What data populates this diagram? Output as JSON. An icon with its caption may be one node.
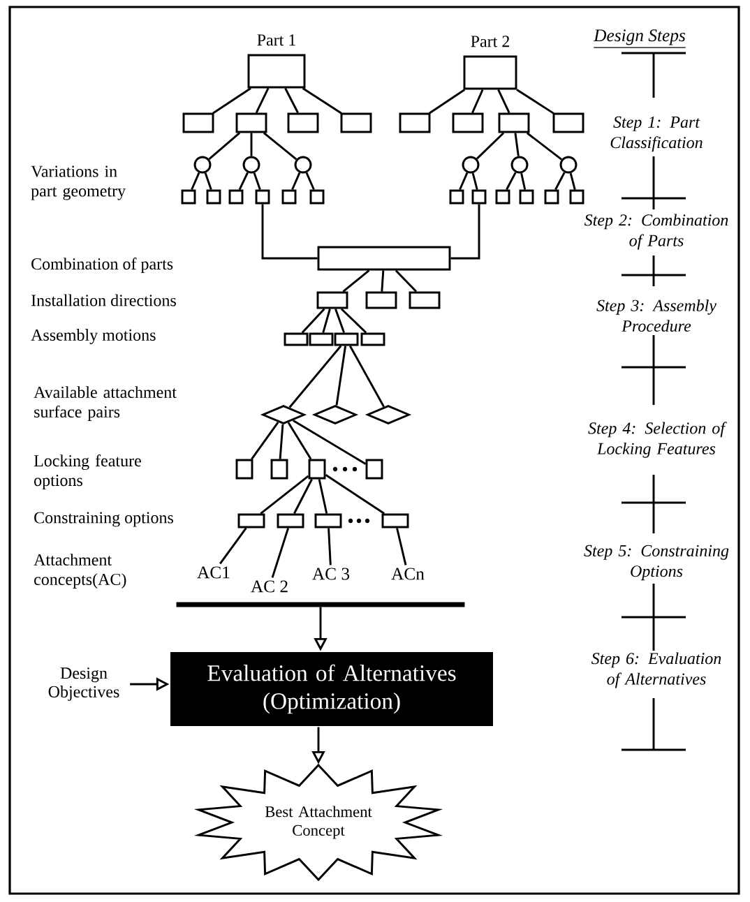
{
  "diagram": {
    "nodes": [
      {
        "text": [
          "Part 1"
        ]
      },
      {
        "text": [
          "Part 2"
        ]
      },
      {
        "text": [],
        "shape": "octagon"
      },
      {
        "text": [],
        "shape": "octagon"
      },
      {
        "text": [],
        "shape": "octagon"
      },
      {
        "text": [],
        "shape": "octagon"
      },
      {
        "text": [],
        "shape": "octagon"
      },
      {
        "text": [],
        "shape": "octagon"
      },
      {
        "text": [],
        "shape": "octagon"
      },
      {
        "text": [],
        "shape": "octagon"
      },
      {
        "text": [],
        "shape": "circle"
      },
      {
        "text": [],
        "shape": "circle"
      },
      {
        "text": [],
        "shape": "circle"
      },
      {
        "text": [],
        "shape": "circle"
      },
      {
        "text": [],
        "shape": "circle"
      },
      {
        "text": [],
        "shape": "circle"
      },
      {
        "text": [],
        "shape": "box"
      },
      {
        "text": [],
        "shape": "box"
      },
      {
        "text": [],
        "shape": "box"
      },
      {
        "text": [],
        "shape": "box"
      },
      {
        "text": [],
        "shape": "box"
      },
      {
        "text": [],
        "shape": "box"
      },
      {
        "text": [],
        "shape": "box"
      },
      {
        "text": [],
        "shape": "box"
      },
      {
        "text": [],
        "shape": "box"
      },
      {
        "text": [],
        "shape": "box"
      },
      {
        "text": [],
        "shape": "box"
      },
      {
        "text": [],
        "shape": "box"
      },
      {
        "text": [],
        "shape": "box"
      },
      {
        "text": [],
        "shape": "octagon"
      },
      {
        "text": [],
        "shape": "octagon"
      },
      {
        "text": [],
        "shape": "octagon"
      },
      {
        "text": [],
        "shape": "box"
      },
      {
        "text": [],
        "shape": "box"
      },
      {
        "text": [],
        "shape": "box"
      },
      {
        "text": [],
        "shape": "box"
      },
      {
        "text": [],
        "shape": "diamond"
      },
      {
        "text": [],
        "shape": "diamond"
      },
      {
        "text": [],
        "shape": "diamond"
      },
      {
        "text": [],
        "shape": "box"
      },
      {
        "text": [],
        "shape": "box"
      },
      {
        "text": [],
        "shape": "box"
      },
      {
        "text": [],
        "shape": "box"
      },
      {
        "text": [],
        "shape": "box"
      },
      {
        "text": [],
        "shape": "box"
      },
      {
        "text": [],
        "shape": "box"
      },
      {
        "text": [],
        "shape": "box"
      },
      {
        "text": [
          "AC1"
        ]
      },
      {
        "text": [
          "AC 2"
        ]
      },
      {
        "text": [
          "AC 3"
        ]
      },
      {
        "text": [
          "ACn"
        ]
      },
      {
        "text": [],
        "shape": "bar"
      },
      {
        "text": [
          "Design Objectives"
        ]
      },
      {
        "text": [
          "Evaluation of Alternatives (Optimization)"
        ]
      },
      {
        "text": [
          "Best Attachment Concept"
        ]
      }
    ],
    "edges": [
      {
        "from": 0,
        "to": 2,
        "arrow": "none"
      },
      {
        "from": 0,
        "to": 3,
        "arrow": "none"
      },
      {
        "from": 0,
        "to": 4,
        "arrow": "none"
      },
      {
        "from": 0,
        "to": 5,
        "arrow": "none"
      },
      {
        "from": 1,
        "to": 6,
        "arrow": "none"
      },
      {
        "from": 1,
        "to": 7,
        "arrow": "none"
      },
      {
        "from": 1,
        "to": 8,
        "arrow": "none"
      },
      {
        "from": 1,
        "to": 9,
        "arrow": "none"
      },
      {
        "from": 3,
        "to": 10,
        "arrow": "none"
      },
      {
        "from": 3,
        "to": 11,
        "arrow": "none"
      },
      {
        "from": 3,
        "to": 12,
        "arrow": "none"
      },
      {
        "from": 8,
        "to": 13,
        "arrow": "none"
      },
      {
        "from": 8,
        "to": 14,
        "arrow": "none"
      },
      {
        "from": 8,
        "to": 15,
        "arrow": "none"
      },
      {
        "from": 10,
        "to": 16,
        "arrow": "none"
      },
      {
        "from": 10,
        "to": 17,
        "arrow": "none"
      },
      {
        "from": 11,
        "to": 18,
        "arrow": "none"
      },
      {
        "from": 11,
        "to": 19,
        "arrow": "none"
      },
      {
        "from": 12,
        "to": 20,
        "arrow": "none"
      },
      {
        "from": 12,
        "to": 21,
        "arrow": "none"
      },
      {
        "from": 13,
        "to": 22,
        "arrow": "none"
      },
      {
        "from": 13,
        "to": 23,
        "arrow": "none"
      },
      {
        "from": 14,
        "to": 24,
        "arrow": "none"
      },
      {
        "from": 14,
        "to": 25,
        "arrow": "none"
      },
      {
        "from": 15,
        "to": 26,
        "arrow": "none"
      },
      {
        "from": 15,
        "to": 27,
        "arrow": "none"
      },
      {
        "from": 19,
        "to": 28,
        "arrow": "none"
      },
      {
        "from": 23,
        "to": 28,
        "arrow": "none"
      },
      {
        "from": 28,
        "to": 29,
        "arrow": "none"
      },
      {
        "from": 28,
        "to": 30,
        "arrow": "none"
      },
      {
        "from": 28,
        "to": 31,
        "arrow": "none"
      },
      {
        "from": 29,
        "to": 32,
        "arrow": "none"
      },
      {
        "from": 29,
        "to": 33,
        "arrow": "none"
      },
      {
        "from": 29,
        "to": 34,
        "arrow": "none"
      },
      {
        "from": 29,
        "to": 35,
        "arrow": "none"
      },
      {
        "from": 34,
        "to": 36,
        "arrow": "none"
      },
      {
        "from": 34,
        "to": 37,
        "arrow": "none"
      },
      {
        "from": 34,
        "to": 38,
        "arrow": "none"
      },
      {
        "from": 36,
        "to": 39,
        "arrow": "none"
      },
      {
        "from": 36,
        "to": 40,
        "arrow": "none"
      },
      {
        "from": 36,
        "to": 41,
        "arrow": "none"
      },
      {
        "from": 36,
        "to": 42,
        "arrow": "none"
      },
      {
        "from": 41,
        "to": 43,
        "arrow": "none"
      },
      {
        "from": 41,
        "to": 44,
        "arrow": "none"
      },
      {
        "from": 41,
        "to": 45,
        "arrow": "none"
      },
      {
        "from": 41,
        "to": 46,
        "arrow": "none"
      },
      {
        "from": 43,
        "to": 47,
        "arrow": "none"
      },
      {
        "from": 44,
        "to": 48,
        "arrow": "none"
      },
      {
        "from": 45,
        "to": 49,
        "arrow": "none"
      },
      {
        "from": 46,
        "to": 50,
        "arrow": "none"
      },
      {
        "from": 51,
        "to": 53,
        "arrow": "to"
      },
      {
        "from": 52,
        "to": 53,
        "arrow": "to"
      },
      {
        "from": 53,
        "to": 54,
        "arrow": "to"
      }
    ],
    "labels": [
      "Design Steps",
      "Step 1: Part Classification",
      "Variations in part geometry",
      "Step 2: Combination of Parts",
      "Combination of parts",
      "Installation directions",
      "Step 3: Assembly Procedure",
      "Assembly motions",
      "Available attachment surface pairs",
      "Step 4: Selection of Locking Features",
      "Locking feature options",
      "Constraining options",
      "Step 5: Constraining Options",
      "Attachment concepts(AC)",
      "Step 6: Evaluation of Alternatives"
    ]
  }
}
